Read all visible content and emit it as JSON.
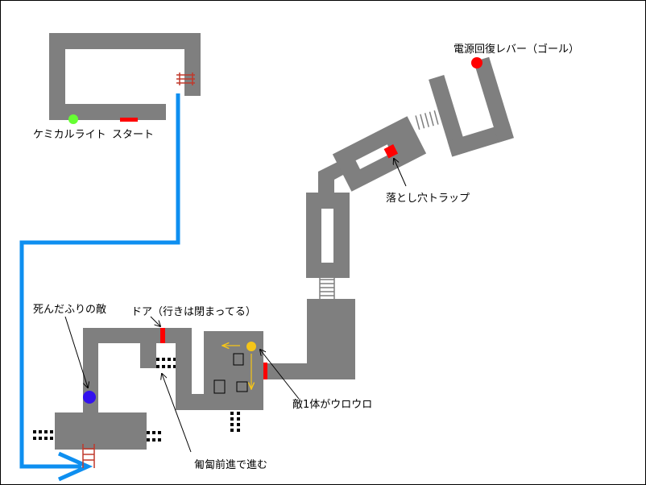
{
  "labels": {
    "chemical_light": "ケミカルライト",
    "start": "スタート",
    "goal_lever": "電源回復レバー（ゴール）",
    "pit_trap": "落とし穴トラップ",
    "fake_dead_enemy": "死んだふりの敵",
    "door": "ドア（行きは閉まってる）",
    "crawl": "匍匐前進で進む",
    "patrol_enemy": "敵1体がウロウロ"
  },
  "colors": {
    "floor": "#7f7f7f",
    "route": "#0e8ff0",
    "door": "#ff0000",
    "ladder": "#c0392b",
    "chemical_light": "#66ff33",
    "fake_dead_enemy": "#3311ee",
    "patrol_enemy": "#f5c518",
    "goal": "#ff0000"
  }
}
